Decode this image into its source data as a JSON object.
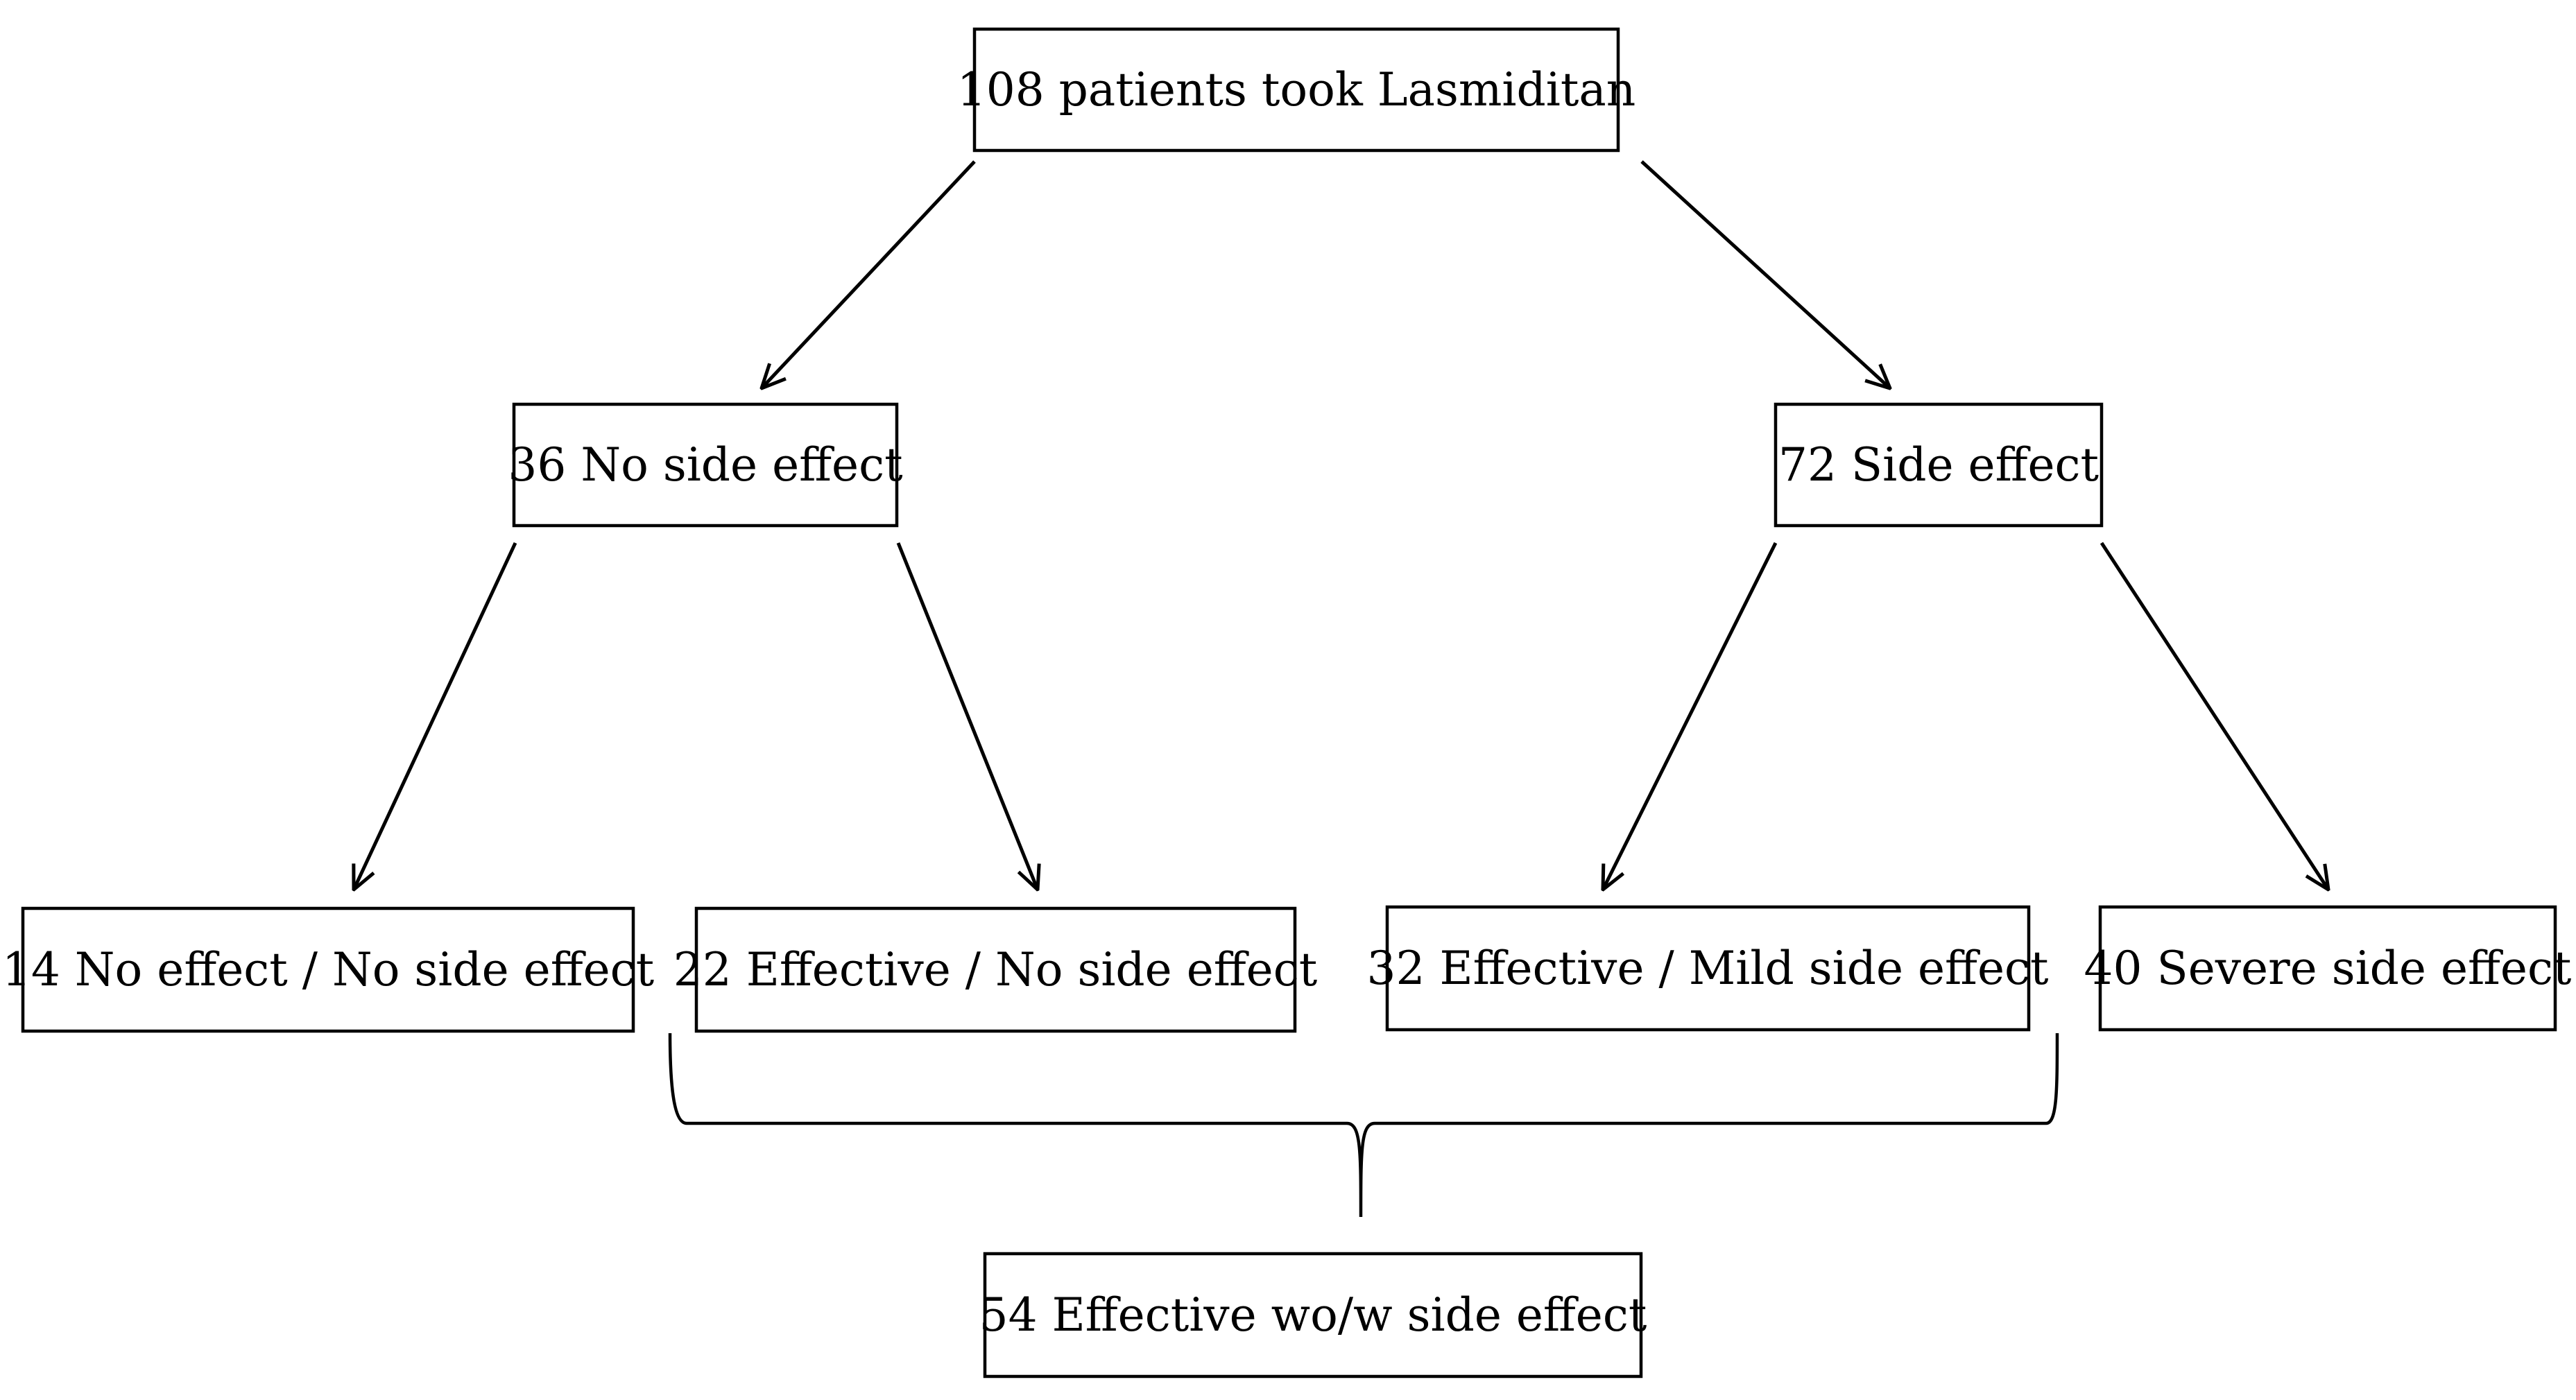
{
  "nodes": {
    "root": "108 patients took Lasmiditan",
    "no_side_effect": "36 No side effect",
    "side_effect": "72 Side effect",
    "no_effect_no_side": "14 No effect / No side effect",
    "effective_no_side": "22 Effective / No side effect",
    "effective_mild": "32 Effective / Mild side effect",
    "severe": "40 Severe side effect",
    "effective_total": "54 Effective wo/w side effect"
  },
  "colors": {
    "stroke": "#000000",
    "background": "#ffffff",
    "text": "#000000"
  }
}
